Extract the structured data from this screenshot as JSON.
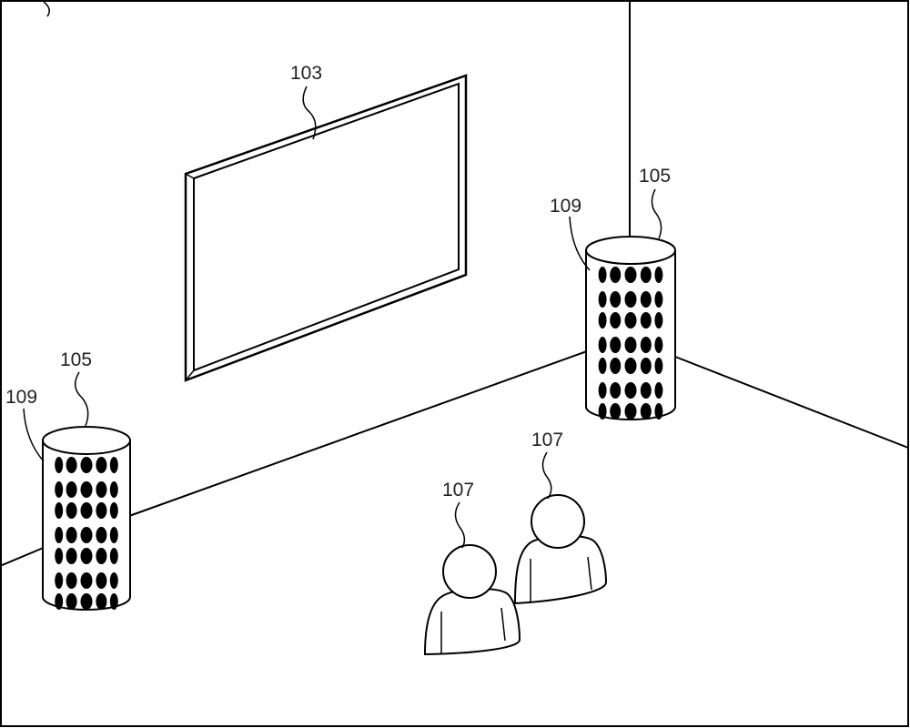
{
  "figure": {
    "line_color": "#000000",
    "dot_color": "#000000",
    "background": "#ffffff"
  },
  "labels": {
    "display": "103",
    "speaker_left": "105",
    "speaker_left_grille": "109",
    "speaker_right": "105",
    "speaker_right_grille": "109",
    "listener_front": "107",
    "listener_back": "107"
  }
}
